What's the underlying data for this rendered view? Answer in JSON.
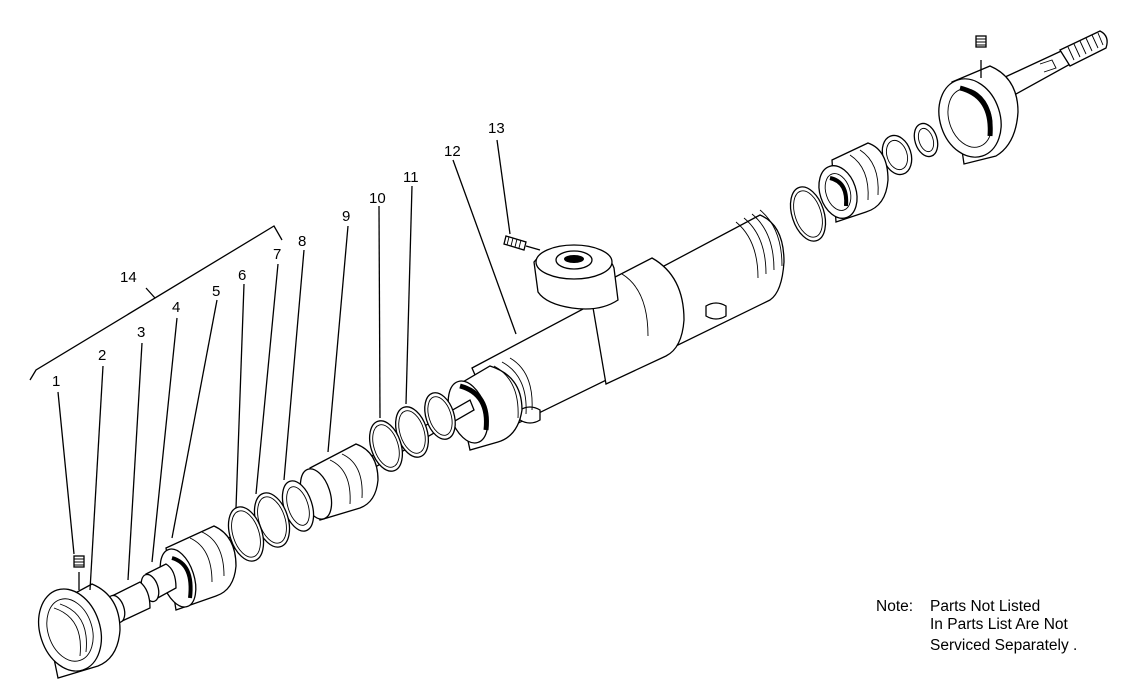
{
  "callouts": [
    "1",
    "2",
    "3",
    "4",
    "5",
    "6",
    "7",
    "8",
    "9",
    "10",
    "11",
    "12",
    "13",
    "14"
  ],
  "note": {
    "prefix": "Note:",
    "lines": [
      "Parts Not Listed",
      "In Parts List Are Not",
      "Serviced Separately ."
    ]
  }
}
